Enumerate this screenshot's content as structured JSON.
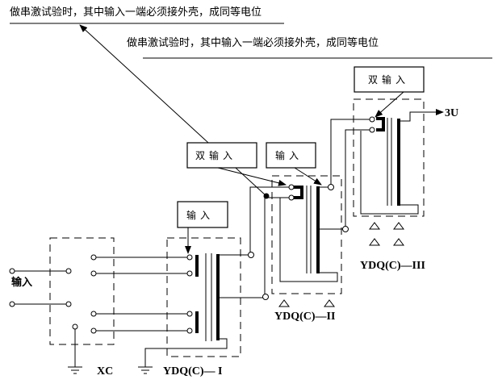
{
  "notes": {
    "top": "做串激试验时，其中输入一端必须接外壳，成同等电位",
    "second": "做串激试验时，其中输入一端必须接外壳，成同等电位"
  },
  "boxes": {
    "dual_input_stage3": "双输入",
    "dual_input_stage2": "双输入",
    "input_stage2": "输入",
    "input_stage1": "输入"
  },
  "labels": {
    "main_input": "输入",
    "xc": "XC",
    "stage1": "YDQ(C)— I",
    "stage2": "YDQ(C)—II",
    "stage3": "YDQ(C)—III",
    "output": "3U"
  }
}
